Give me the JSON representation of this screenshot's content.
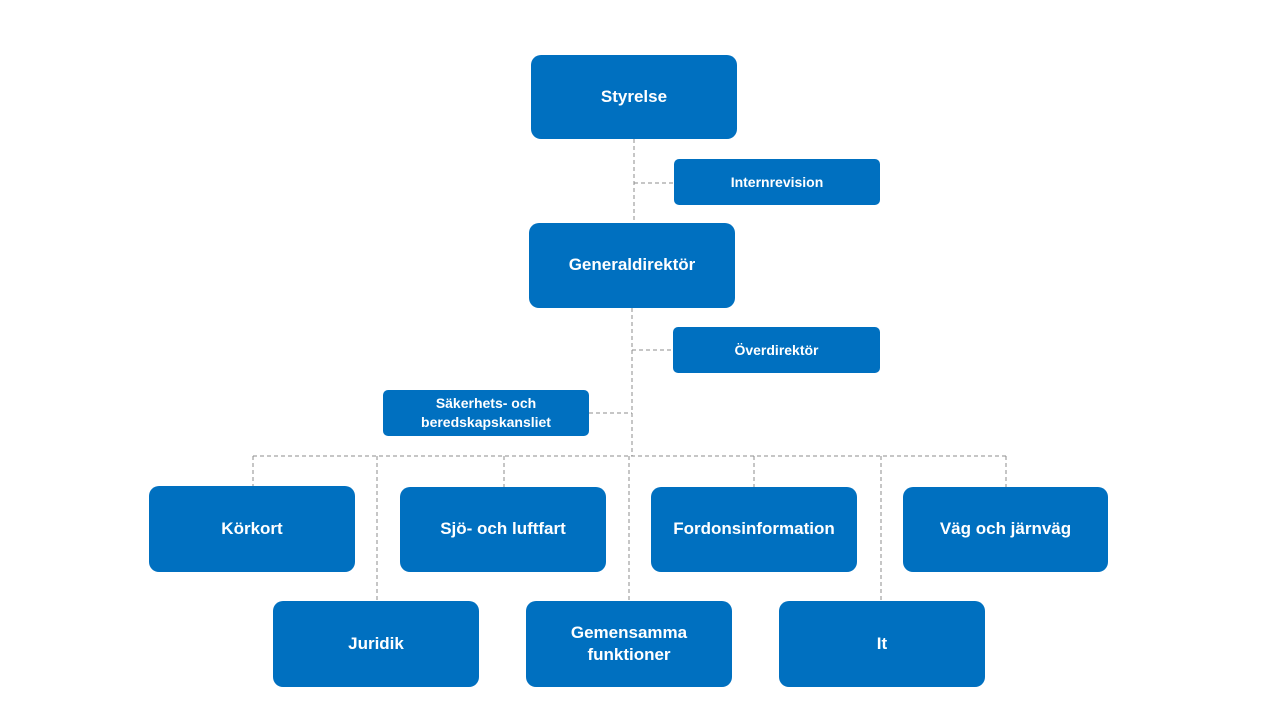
{
  "org_chart": {
    "top": {
      "board": "Styrelse",
      "internal_audit": "Internrevision",
      "director_general": "Generaldirektör",
      "deputy_director": "Överdirektör",
      "security_office": "Säkerhets- och beredskapskansliet"
    },
    "departments": [
      {
        "label": "Körkort"
      },
      {
        "label": "Sjö- och luftfart"
      },
      {
        "label": "Fordonsinformation"
      },
      {
        "label": "Väg och järnväg"
      },
      {
        "label": "Juridik"
      },
      {
        "label": "Gemensamma funktioner"
      },
      {
        "label": "It"
      }
    ]
  },
  "colors": {
    "box_fill": "#0070c0",
    "box_text": "#ffffff",
    "connector": "#8c8c8c",
    "background": "#ffffff"
  }
}
